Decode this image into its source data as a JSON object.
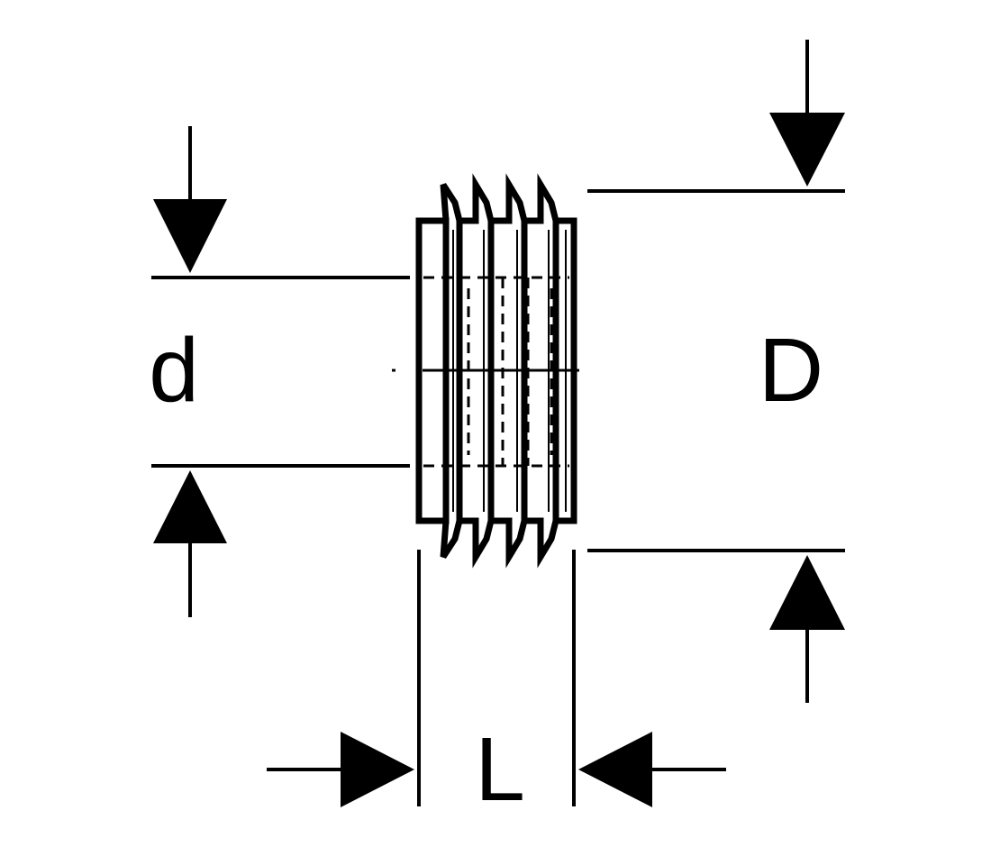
{
  "diagram": {
    "labels": {
      "inner_diameter": "d",
      "outer_diameter": "D",
      "length": "L"
    },
    "colors": {
      "line": "#000000",
      "background": "#ffffff"
    }
  }
}
